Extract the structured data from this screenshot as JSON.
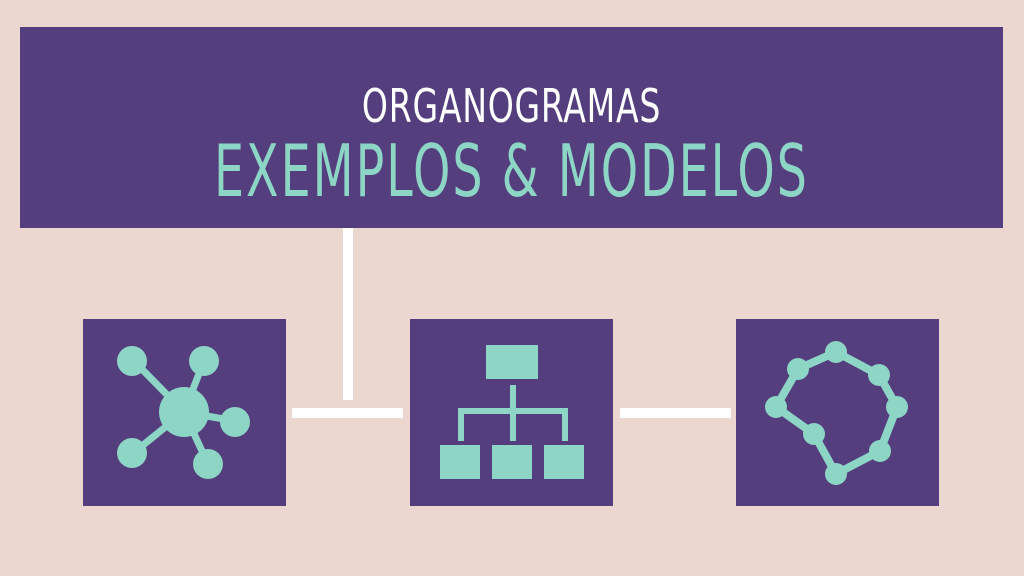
{
  "header": {
    "title": "ORGANOGRAMAS",
    "subtitle": "EXEMPLOS & MODELOS"
  },
  "colors": {
    "background": "#ecd6d0",
    "panel": "#543e7d",
    "accent": "#8dd5c5",
    "title_text": "#ffffff",
    "connector": "#ffffff"
  },
  "diagram": {
    "nodes": [
      {
        "id": "network",
        "icon": "network-hub-icon"
      },
      {
        "id": "hierarchy",
        "icon": "org-chart-icon"
      },
      {
        "id": "ring",
        "icon": "ring-network-icon"
      }
    ],
    "connectors": [
      {
        "from": "header",
        "to": "hierarchy-line"
      },
      {
        "from": "network",
        "to": "hierarchy"
      },
      {
        "from": "hierarchy",
        "to": "ring"
      }
    ]
  }
}
